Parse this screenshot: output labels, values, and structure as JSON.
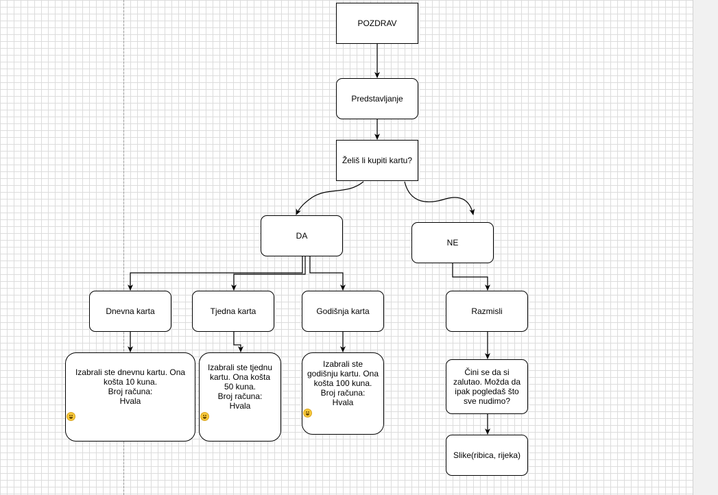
{
  "nodes": {
    "pozdrav": "POZDRAV",
    "predstavljanje": "Predstavljanje",
    "pitanje": "Želiš li kupiti kartu?",
    "da": "DA",
    "ne": "NE",
    "dnevna": "Dnevna karta",
    "tjedna": "Tjedna karta",
    "godisnja": "Godišnja karta",
    "razmisli": "Razmisli",
    "dnevna_poruka": "Izabrali ste dnevnu kartu. Ona košta 10 kuna.\nBroj računa:\nHvala",
    "tjedna_poruka": "Izabrali ste tjednu kartu. Ona košta 50 kuna.\nBroj računa:\nHvala",
    "godisnja_poruka": "Izabrali ste godišnju kartu. Ona košta 100 kuna.\nBroj računa:\nHvala",
    "zalutao_poruka": "Čini se da si zalutao. Možda da ipak pogledaš što sve nudimo?",
    "slike": "Slike(ribica, rijeka)"
  },
  "icons": {
    "smiley": "grinning-face-icon"
  },
  "colors": {
    "stroke": "#000000",
    "grid": "#dcdcdc",
    "fill": "#ffffff",
    "emoji": "#f7c83a"
  }
}
